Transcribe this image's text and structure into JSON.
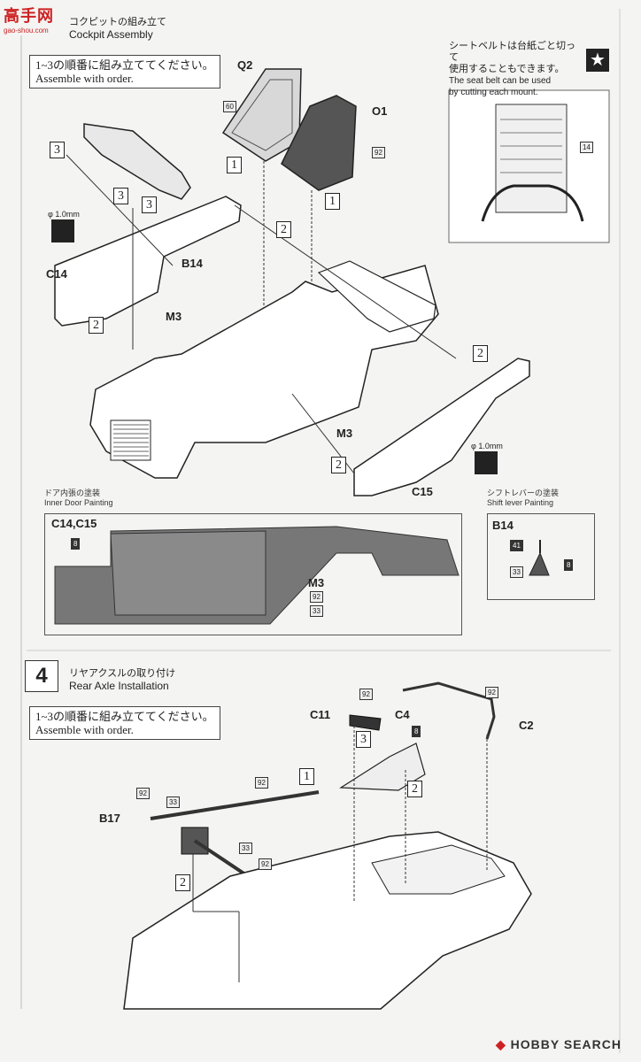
{
  "watermark": "高手网",
  "watermark_sub": "gao-shou.com",
  "section_cockpit": {
    "title_jp": "コクピットの組み立て",
    "title_en": "Cockpit Assembly",
    "order_note_jp": "1~3の順番に組み立ててください。",
    "order_note_en": "Assemble with order.",
    "seatbelt_jp_1": "シートベルトは台紙ごと切って",
    "seatbelt_jp_2": "使用することもできます。",
    "seatbelt_en_1": "The seat belt can be used",
    "seatbelt_en_2": "by cutting each mount.",
    "drill_label": "φ 1.0mm",
    "parts": {
      "q2": "Q2",
      "o1": "O1",
      "b14": "B14",
      "c14": "C14",
      "m3": "M3",
      "c15": "C15",
      "m3b": "M3"
    },
    "colors": {
      "c60": "60",
      "c92": "92",
      "c14": "14"
    },
    "steps": {
      "s1": "1",
      "s2": "2",
      "s3": "3"
    }
  },
  "inner_door": {
    "title_jp": "ドア内張の塗装",
    "title_en": "Inner Door Painting",
    "parts_label": "C14,C15",
    "m3": "M3",
    "c8": "8",
    "c92": "92",
    "c33": "33"
  },
  "shift_lever": {
    "title_jp": "シフトレバーの塗装",
    "title_en": "Shift lever Painting",
    "part": "B14",
    "c41": "41",
    "c8": "8",
    "c33": "33"
  },
  "section_rear_axle": {
    "step_number": "4",
    "title_jp": "リヤアクスルの取り付け",
    "title_en": "Rear Axle Installation",
    "order_note_jp": "1~3の順番に組み立ててください。",
    "order_note_en": "Assemble with order.",
    "parts": {
      "c11": "C11",
      "c4": "C4",
      "c2": "C2",
      "b17": "B17"
    },
    "colors": {
      "c92": "92",
      "c8": "8",
      "c33": "33"
    },
    "steps": {
      "s1": "1",
      "s2": "2",
      "s3": "3"
    }
  },
  "footer": {
    "logo_text": "HOBBY SEARCH"
  }
}
